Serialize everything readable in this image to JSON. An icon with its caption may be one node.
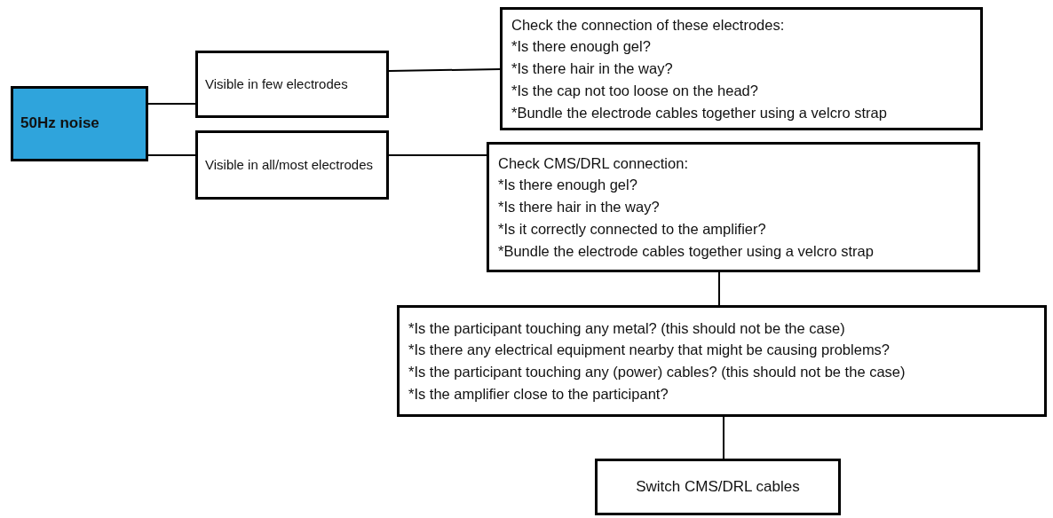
{
  "diagram": {
    "nodes": [
      {
        "text": [
          "50Hz noise"
        ]
      },
      {
        "text": [
          "Visible in few electrodes"
        ]
      },
      {
        "text": [
          "Visible in all/most electrodes"
        ]
      },
      {
        "text": [
          "Check the connection of these electrodes:",
          "*Is there enough gel?",
          "*Is there hair in the way?",
          "*Is the cap not too loose on the head?",
          "*Bundle the electrode cables together using a velcro strap"
        ]
      },
      {
        "text": [
          "Check CMS/DRL connection:",
          "*Is there enough gel?",
          "*Is there hair in the way?",
          "*Is it correctly connected to the amplifier?",
          "*Bundle the electrode cables together using a velcro strap"
        ]
      },
      {
        "text": [
          "*Is the participant touching any metal? (this should not be the case)",
          "*Is there any electrical equipment nearby that might be causing problems?",
          "*Is the participant touching any (power) cables? (this should not be the case)",
          "*Is the amplifier close to the participant?"
        ]
      },
      {
        "text": [
          "Switch CMS/DRL cables"
        ]
      }
    ],
    "edges": [
      {
        "from": 0,
        "to": 1,
        "arrow": "none"
      },
      {
        "from": 0,
        "to": 2,
        "arrow": "none"
      },
      {
        "from": 1,
        "to": 3,
        "arrow": "none"
      },
      {
        "from": 2,
        "to": 4,
        "arrow": "none"
      },
      {
        "from": 4,
        "to": 5,
        "arrow": "none"
      },
      {
        "from": 5,
        "to": 6,
        "arrow": "none"
      }
    ]
  }
}
